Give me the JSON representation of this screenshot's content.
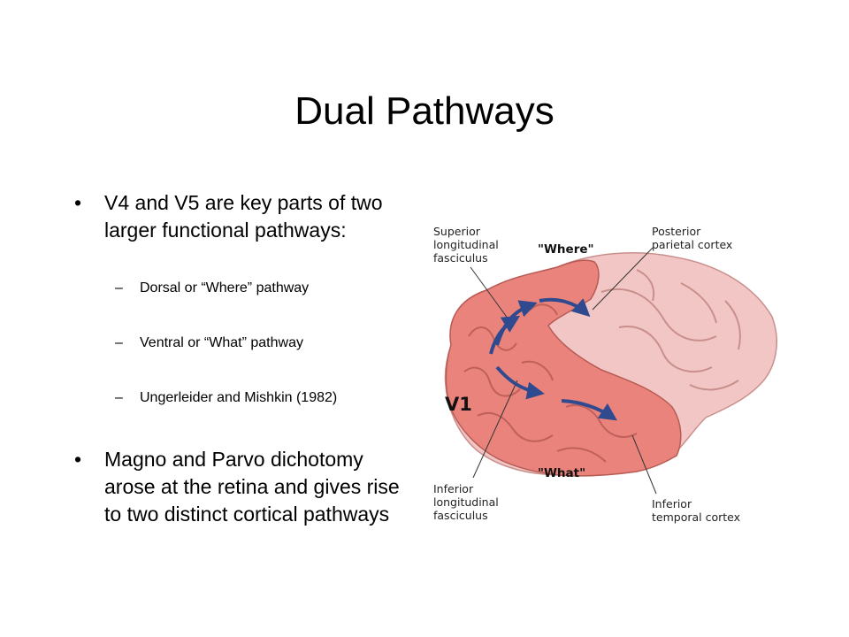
{
  "slide": {
    "title": "Dual Pathways",
    "bullets": [
      {
        "text": "V4 and V5 are key parts of two larger functional pathways:",
        "sub": [
          "Dorsal or “Where” pathway",
          "Ventral or “What” pathway",
          "Ungerleider and Mishkin (1982)"
        ]
      },
      {
        "text": "Magno and Parvo dichotomy arose at the retina and gives rise to two distinct cortical pathways"
      }
    ]
  },
  "figure": {
    "labels": {
      "superior_fasciculus": "Superior\nlongitudinal\nfasciculus",
      "where": "\"Where\"",
      "posterior_parietal": "Posterior\nparietal cortex",
      "v1": "V1",
      "what": "\"What\"",
      "inferior_fasciculus": "Inferior\nlongitudinal\nfasciculus",
      "inferior_temporal": "Inferior\ntemporal cortex"
    },
    "colors": {
      "highlight_region": "#e9837c",
      "brain_base": "#f1c6c4",
      "gyri_lines": "#c98f8c",
      "arrows": "#2f4a8f",
      "leader_lines": "#333333"
    }
  }
}
